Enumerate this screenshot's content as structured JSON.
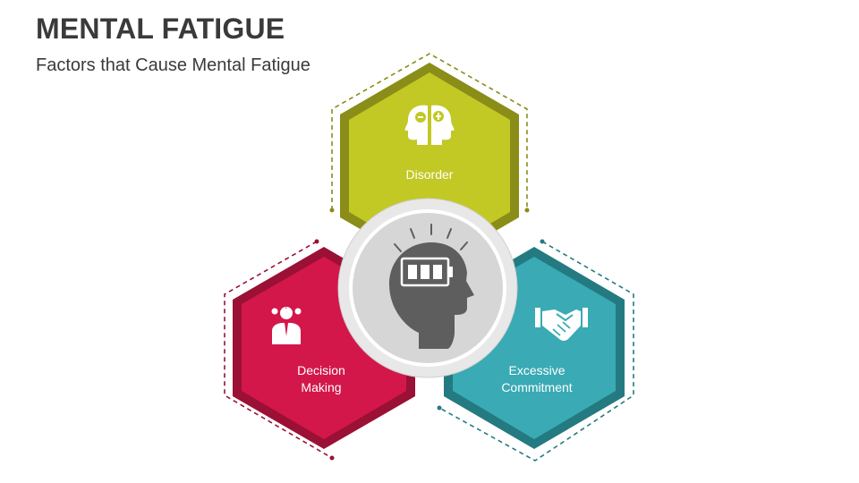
{
  "header": {
    "title": "MENTAL FATIGUE",
    "subtitle": "Factors that Cause Mental Fatigue"
  },
  "diagram": {
    "center": {
      "icon": "head-low-battery-icon",
      "color": "#5e5e5e"
    },
    "factors": [
      {
        "id": "disorder",
        "line1": "Disorder",
        "line2": "",
        "icon": "two-heads-minus-plus-icon",
        "color": "#c2c824",
        "dark": "#8a8d17"
      },
      {
        "id": "decision-making",
        "line1": "Decision",
        "line2": "Making",
        "icon": "person-question-icon",
        "color": "#d3174a",
        "dark": "#9b1035"
      },
      {
        "id": "excessive-commitment",
        "line1": "Excessive",
        "line2": "Commitment",
        "icon": "handshake-icon",
        "color": "#3aaab4",
        "dark": "#247a81"
      }
    ]
  }
}
